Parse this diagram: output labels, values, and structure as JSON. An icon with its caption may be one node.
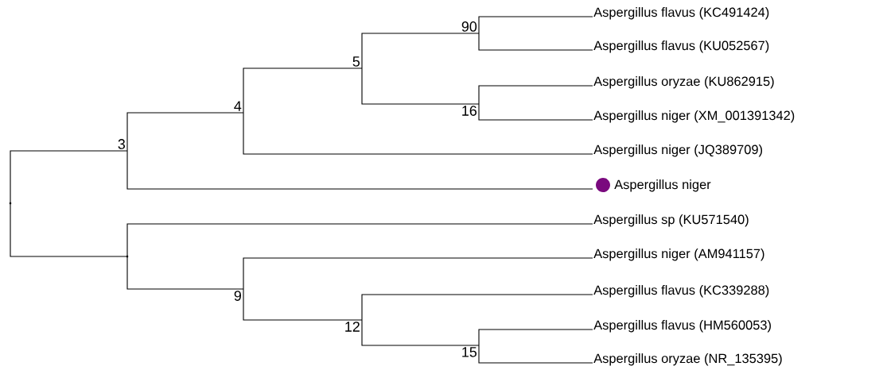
{
  "diagram": {
    "nodes": [
      {
        "text": [
          "Aspergillus flavus (KC491424)"
        ]
      },
      {
        "text": [
          "Aspergillus flavus (KU052567)"
        ]
      },
      {
        "text": [
          "Aspergillus oryzae (KU862915)"
        ]
      },
      {
        "text": [
          "Aspergillus niger (XM_001391342)"
        ]
      },
      {
        "text": [
          "Aspergillus niger (JQ389709)"
        ]
      },
      {
        "text": [
          "Aspergillus niger"
        ]
      },
      {
        "text": [
          "Aspergillus sp (KU571540)"
        ]
      },
      {
        "text": [
          "Aspergillus niger (AM941157)"
        ]
      },
      {
        "text": [
          "Aspergillus flavus (KC339288)"
        ]
      },
      {
        "text": [
          "Aspergillus flavus (HM560053)"
        ]
      },
      {
        "text": [
          "Aspergillus oryzae (NR_135395)"
        ]
      },
      {
        "text": [],
        "shape": "point"
      },
      {
        "text": [
          "3"
        ]
      },
      {
        "text": [
          "4"
        ]
      },
      {
        "text": [
          "5"
        ]
      },
      {
        "text": [
          "90"
        ]
      },
      {
        "text": [
          "16"
        ]
      },
      {
        "text": [],
        "shape": "point"
      },
      {
        "text": [
          "9"
        ]
      },
      {
        "text": [
          "12"
        ]
      },
      {
        "text": [
          "15"
        ]
      }
    ],
    "edges": [
      {
        "from": 11,
        "to": 12,
        "arrow": "none"
      },
      {
        "from": 11,
        "to": 17,
        "arrow": "none"
      },
      {
        "from": 12,
        "to": 13,
        "arrow": "none"
      },
      {
        "from": 12,
        "to": 5,
        "arrow": "none"
      },
      {
        "from": 13,
        "to": 14,
        "arrow": "none"
      },
      {
        "from": 13,
        "to": 4,
        "arrow": "none"
      },
      {
        "from": 14,
        "to": 15,
        "arrow": "none"
      },
      {
        "from": 14,
        "to": 16,
        "arrow": "none"
      },
      {
        "from": 15,
        "to": 0,
        "arrow": "none"
      },
      {
        "from": 15,
        "to": 1,
        "arrow": "none"
      },
      {
        "from": 16,
        "to": 2,
        "arrow": "none"
      },
      {
        "from": 16,
        "to": 3,
        "arrow": "none"
      },
      {
        "from": 17,
        "to": 6,
        "arrow": "none"
      },
      {
        "from": 17,
        "to": 18,
        "arrow": "none"
      },
      {
        "from": 18,
        "to": 7,
        "arrow": "none"
      },
      {
        "from": 18,
        "to": 19,
        "arrow": "none"
      },
      {
        "from": 19,
        "to": 8,
        "arrow": "none"
      },
      {
        "from": 19,
        "to": 20,
        "arrow": "none"
      },
      {
        "from": 20,
        "to": 9,
        "arrow": "none"
      },
      {
        "from": 20,
        "to": 10,
        "arrow": "none"
      }
    ]
  }
}
